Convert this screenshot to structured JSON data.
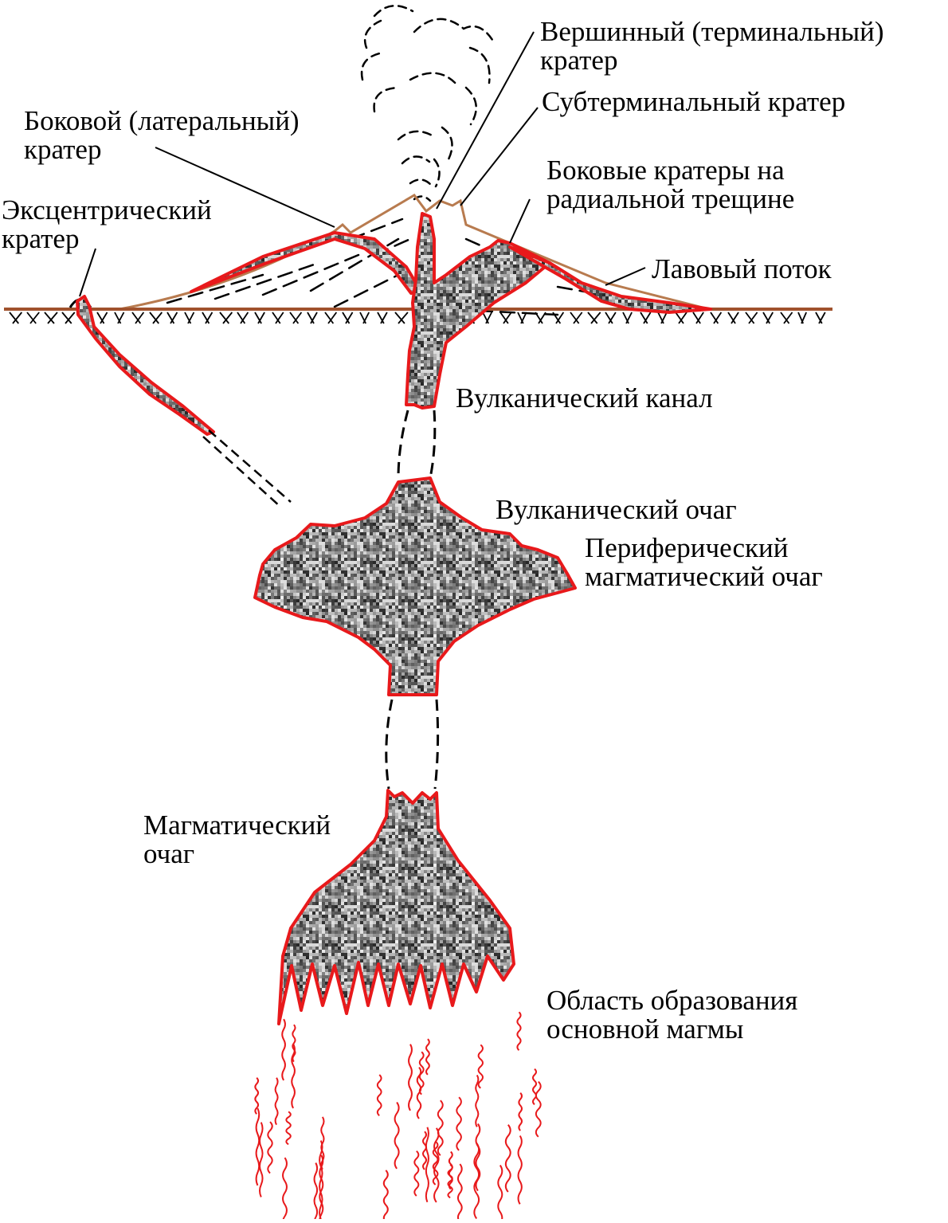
{
  "colors": {
    "magma_outline": "#e8191b",
    "cone_outline": "#b87b4f",
    "ground_line": "#a0522d",
    "text": "#000000",
    "magma_fill_dark": "#3a3a3a",
    "magma_fill_light": "#d4d4d4"
  },
  "labels": {
    "summit_crater": [
      "Вершинный (терминальный)",
      "кратер"
    ],
    "subterminal_crater": "Субтерминальный кратер",
    "lateral_crater": [
      "Боковой (латеральный)",
      "кратер"
    ],
    "eccentric_crater": [
      "Эксцентрический",
      "кратер"
    ],
    "radial_fissure_craters": [
      "Боковые кратеры на",
      "радиальной трещине"
    ],
    "lava_flow": "Лавовый поток",
    "volcanic_channel": "Вулканический канал",
    "volcanic_chamber": "Вулканический очаг",
    "peripheral_chamber": [
      "Периферический",
      "магматический очаг"
    ],
    "magma_chamber": [
      "Магматический",
      "очаг"
    ],
    "basic_magma_zone": [
      "Область образования",
      "основной магмы"
    ]
  }
}
